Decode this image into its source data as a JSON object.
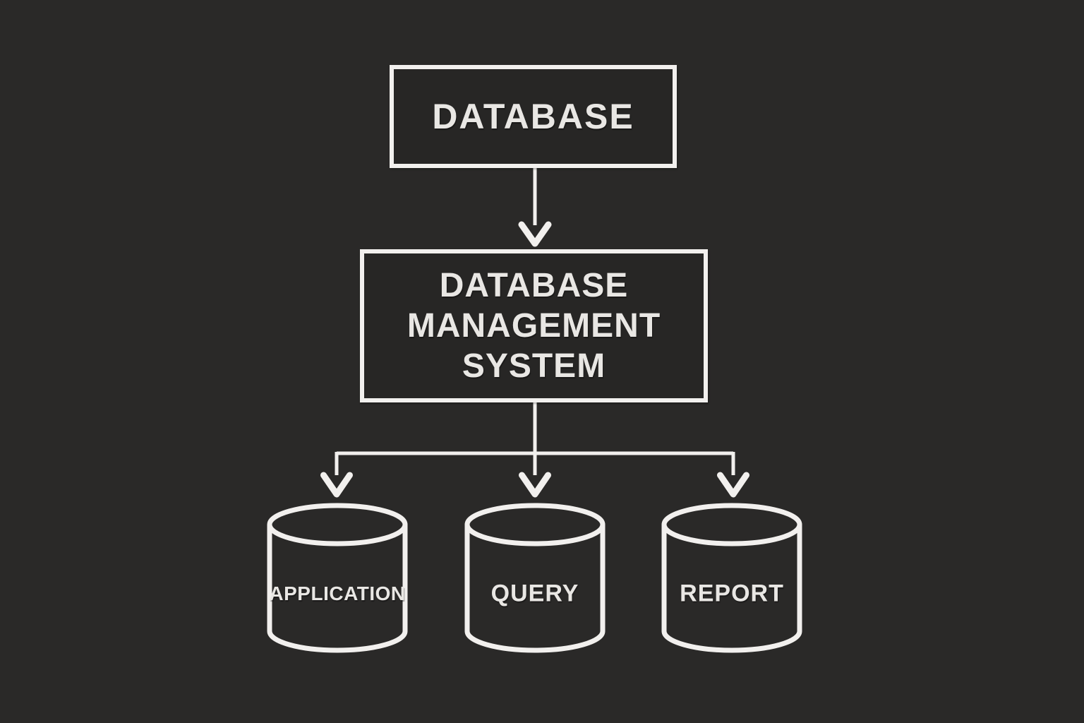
{
  "diagram": {
    "title": "Database Management System flow diagram",
    "colors": {
      "background": "#2a2928",
      "stroke": "#f2f0ee",
      "text": "#e9e7e4"
    },
    "nodes": {
      "database": {
        "type": "rectangle",
        "label": "DATABASE"
      },
      "dbms": {
        "type": "rectangle",
        "lines": [
          "DATABASE",
          "MANAGEMENT",
          "SYSTEM"
        ]
      },
      "application": {
        "type": "cylinder",
        "label": "APPLICATION"
      },
      "query": {
        "type": "cylinder",
        "label": "QUERY"
      },
      "report": {
        "type": "cylinder",
        "label": "REPORT"
      }
    },
    "edges": [
      {
        "from": "database",
        "to": "dbms"
      },
      {
        "from": "dbms",
        "to": "application"
      },
      {
        "from": "dbms",
        "to": "query"
      },
      {
        "from": "dbms",
        "to": "report"
      }
    ]
  }
}
